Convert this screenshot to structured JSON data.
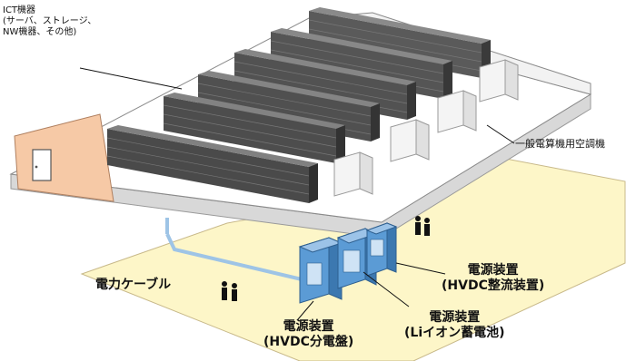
{
  "labels": {
    "ict_line1": "ICT機器",
    "ict_line2": "(サーバ、ストレージ、",
    "ict_line3": "NW機器、その他)",
    "aircon": "一般電算機用空調機",
    "cable": "電力ケーブル",
    "hvdc_rect_line1": "電源装置",
    "hvdc_rect_line2": "(HVDC整流装置)",
    "battery_line1": "電源装置",
    "battery_line2": "(Liイオン蓄電池)",
    "panel_line1": "電源装置",
    "panel_line2": "(HVDC分電盤)"
  },
  "colors": {
    "server": "#4a4a4a",
    "server_face": "#2e2e2e",
    "floor_upper": "#ffffff",
    "floor_lower": "#fdf6c8",
    "wall": "#f6c9a6",
    "cable": "#9ec4e6",
    "power_unit": "#5b9bd5"
  }
}
